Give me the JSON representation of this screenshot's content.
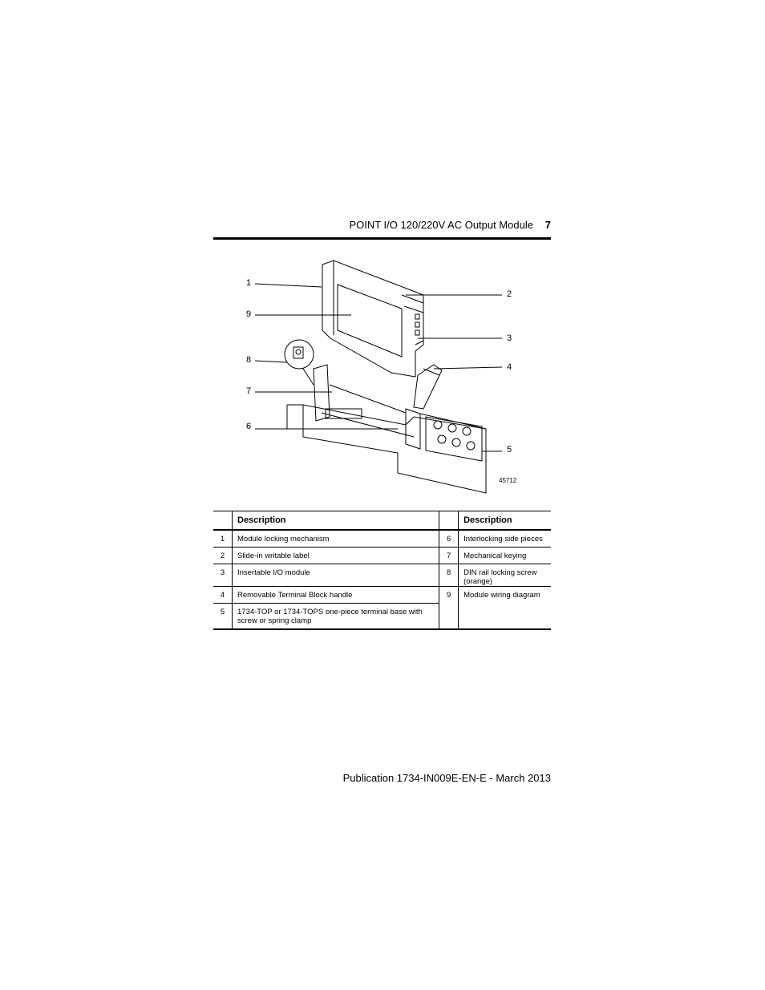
{
  "header": {
    "title": "POINT I/O 120/220V AC Output Module",
    "page_number": "7"
  },
  "figure": {
    "callouts": [
      "1",
      "2",
      "3",
      "4",
      "5",
      "6",
      "7",
      "8",
      "9"
    ],
    "figure_id": "45712"
  },
  "table": {
    "headers": [
      "",
      "Description",
      "",
      "Description"
    ],
    "rows": [
      {
        "n1": "1",
        "d1": "Module locking mechanism",
        "n2": "6",
        "d2": "Interlocking side pieces"
      },
      {
        "n1": "2",
        "d1": "Slide-in writable label",
        "n2": "7",
        "d2": "Mechanical keying"
      },
      {
        "n1": "3",
        "d1": "Insertable I/O module",
        "n2": "8",
        "d2": "DIN rail locking screw (orange)"
      },
      {
        "n1": "4",
        "d1": "Removable Terminal Block handle",
        "n2": "9",
        "d2": "Module wiring diagram"
      },
      {
        "n1": "5",
        "d1": "1734-TOP or 1734-TOPS one-piece terminal base with screw or spring clamp",
        "n2": "",
        "d2": ""
      }
    ]
  },
  "footer": {
    "publication": "Publication 1734-IN009E-EN-E - March 2013"
  }
}
